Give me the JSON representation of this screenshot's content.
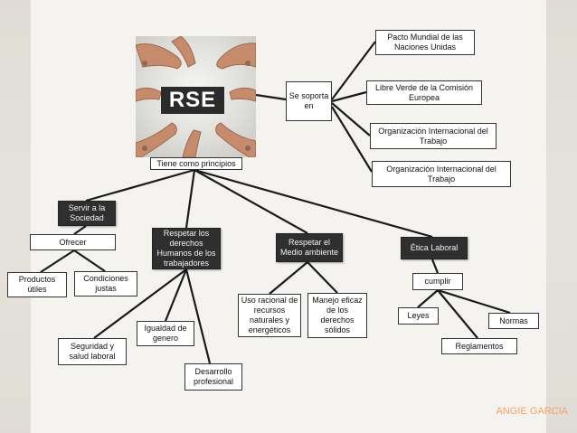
{
  "center": {
    "label": "RSE"
  },
  "hub_label": "Tiene como principios",
  "support_label": "Se soporta en",
  "supports": [
    "Pacto Mundial de las Naciones Unidas",
    "Libre Verde de la Comisión Europea",
    "Organización Internacional del Trabajo",
    "Organización Internacional del Trabajo"
  ],
  "principles": {
    "society": {
      "label": "Servir a la Sociedad",
      "connector": "Ofrecer",
      "children": [
        "Productos útiles",
        "Condiciones justas"
      ]
    },
    "human_rights": {
      "label": "Respetar los derechos Humanos de los trabajadores",
      "children": [
        "Seguridad y salud laboral",
        "Igualdad de genero",
        "Desarrollo profesional"
      ]
    },
    "environment": {
      "label": "Respetar el Medio ambiente",
      "children": [
        "Uso racional de recursos naturales y energéticos",
        "Manejo eficaz de los derechos sólidos"
      ]
    },
    "ethics": {
      "label": "Ética Laboral",
      "connector": "cumplir",
      "children": [
        "Leyes",
        "Reglamentos",
        "Normas"
      ]
    }
  },
  "author": "ANGIE GARCIA",
  "colors": {
    "dark_box": "#2f2f2f",
    "line": "#1a1a1a",
    "author": "#f4a460"
  }
}
